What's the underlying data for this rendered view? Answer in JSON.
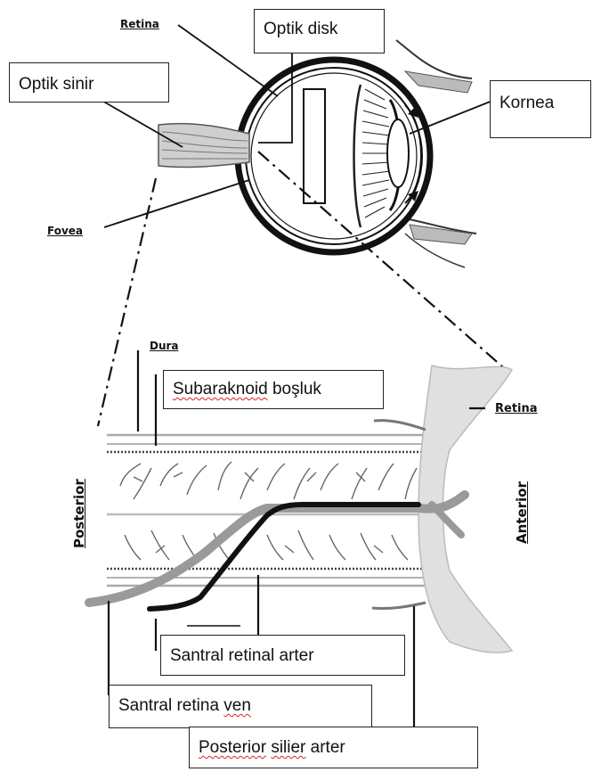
{
  "labels": {
    "retina_top": "Retina",
    "optik_disk": "Optik disk",
    "optik_sinir": "Optik sinir",
    "kornea": "Kornea",
    "fovea": "Fovea",
    "dura": "Dura",
    "subaraknoid_a": "Subaraknoid",
    "subaraknoid_b": "boşluk",
    "retina_right": "Retina",
    "posterior": "Posterior",
    "anterior": "Anterior",
    "santral_retinal_arter": "Santral retinal arter",
    "santral_retina_a": "Santral retina",
    "santral_retina_b": "ven",
    "posterior_silier_a": "Posterior",
    "posterior_silier_b": "silier",
    "posterior_silier_c": "arter"
  }
}
